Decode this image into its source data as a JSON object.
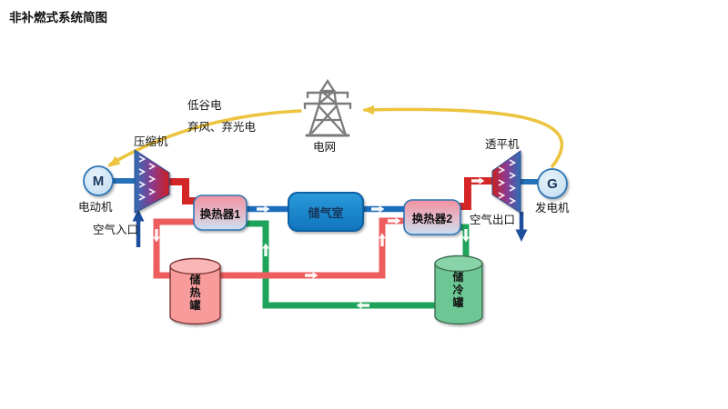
{
  "title": "非补燃式系统简图",
  "grid": {
    "label": "电网"
  },
  "power_flows": {
    "offpeak": "低谷电",
    "curtailed": "弃风、弃光电"
  },
  "compressor": {
    "label": "压缩机"
  },
  "motor": {
    "label": "电动机",
    "symbol": "M"
  },
  "air_inlet": {
    "label": "空气入口"
  },
  "turbine": {
    "label": "透平机"
  },
  "generator": {
    "label": "发电机",
    "symbol": "G"
  },
  "air_outlet": {
    "label": "空气出口"
  },
  "heat_exchanger_1": {
    "label": "换热器1"
  },
  "air_storage": {
    "label": "储气室"
  },
  "heat_exchanger_2": {
    "label": "换热器2"
  },
  "hot_tank": {
    "label": "储热罐"
  },
  "cold_tank": {
    "label": "储冷罐"
  },
  "colors": {
    "grid_power_arrow": "#ecc440",
    "tower_gray": "#7b7b7b",
    "air_pipe_hot": "#d42626",
    "thermal_loop_hot": "#ee5d5d",
    "thermal_loop_cold": "#1ea45a",
    "air_pipe_blue": "#1b6cba",
    "dark_blue_arrow": "#1e4f9d",
    "hot_tank_fill": "#f79b9b",
    "cold_tank_fill": "#6cc794",
    "air_storage_fill": "#1487d2",
    "machine_circle_fill": "#d6eaf8"
  }
}
